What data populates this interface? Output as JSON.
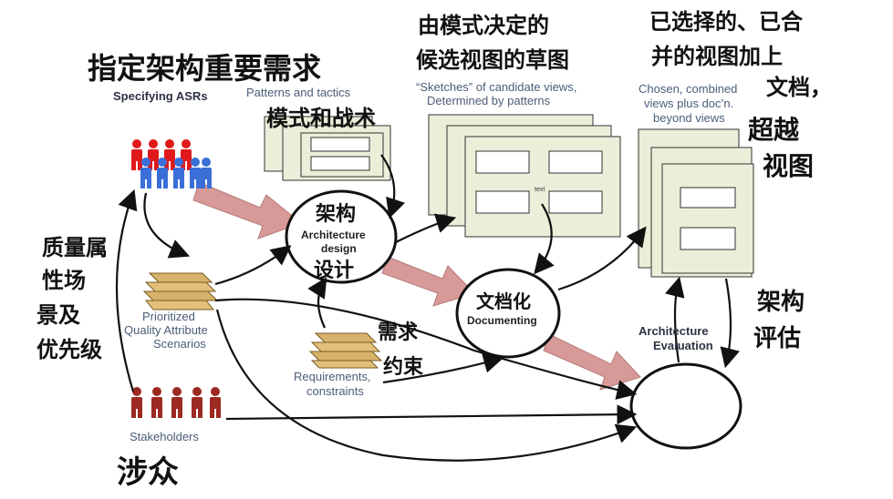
{
  "labels": {
    "specifying_asrs": "Specifying ASRs",
    "patterns_tactics": "Patterns and tactics",
    "sketches_line1": "“Sketches” of candidate views,",
    "sketches_line2": "Determined by patterns",
    "chosen_line1": "Chosen, combined",
    "chosen_line2": "views plus doc’n.",
    "chosen_line3": "beyond views",
    "prioritized_line1": "Prioritized",
    "prioritized_line2": "Quality Attribute",
    "prioritized_line3": "Scenarios",
    "requirements_line1": "Requirements,",
    "requirements_line2": "constraints",
    "stakeholders": "Stakeholders",
    "arch_eval_line1": "Architecture",
    "arch_eval_line2": "Evaluation",
    "sketch_text": "text"
  },
  "nodes": {
    "design_line1": "Architecture",
    "design_line2": "design",
    "documenting": "Documenting"
  },
  "annotations": {
    "asr": "指定架构重要需求",
    "pattern": "模式和战术",
    "sketch_line1": "由模式决定的",
    "sketch_line2": "候选视图的草图",
    "chosen_line1": "已选择的、已合",
    "chosen_line2": "并的视图加上",
    "chosen_line3": "文档，",
    "beyond_line1": "超越",
    "beyond_line2": "视图",
    "design_top": "架构",
    "design_bottom": "设计",
    "documenting": "文档化",
    "requirements_line1": "需求",
    "requirements_line2": "约束",
    "evaluation_line1": "架构",
    "evaluation_line2": "评估",
    "quality_lines": [
      "质量属",
      "性场",
      "景及",
      "优先级"
    ],
    "stakeholders": "涉众"
  },
  "colors": {
    "big_arrow": "#d89a98",
    "card_fill": "#e9efd9",
    "card_stroke": "#333333",
    "person_red": "#e01a1a",
    "person_blue": "#3a6fd8",
    "stakeholder_red": "#9c2a22"
  }
}
